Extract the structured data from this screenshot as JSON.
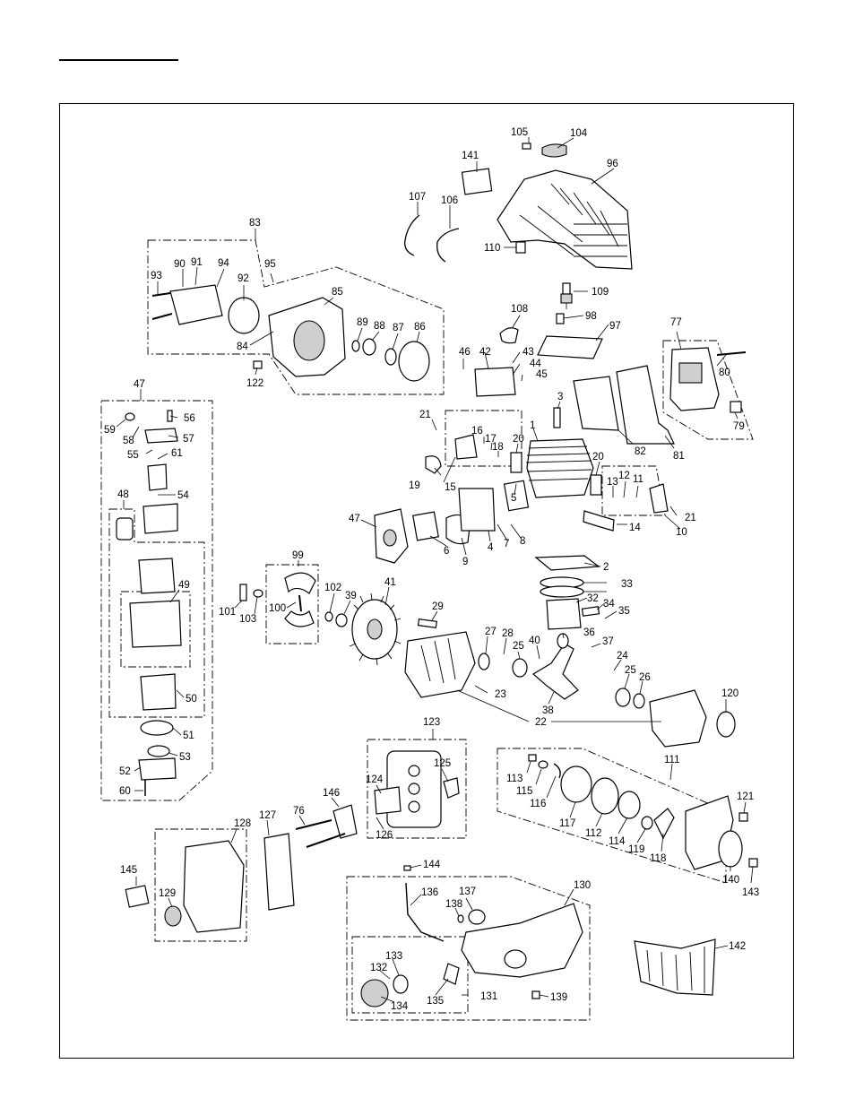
{
  "labels": {
    "p1": "1",
    "p2": "2",
    "p3": "3",
    "p4": "4",
    "p5": "5",
    "p6": "6",
    "p7": "7",
    "p8": "8",
    "p9": "9",
    "p10": "10",
    "p11": "11",
    "p12": "12",
    "p13": "13",
    "p14": "14",
    "p15": "15",
    "p16": "16",
    "p17": "17",
    "p18": "18",
    "p19": "19",
    "p20a": "20",
    "p20b": "20",
    "p21a": "21",
    "p21b": "21",
    "p22": "22",
    "p23": "23",
    "p24": "24",
    "p25a": "25",
    "p25b": "25",
    "p26": "26",
    "p27": "27",
    "p28": "28",
    "p29": "29",
    "p32": "32",
    "p33": "33",
    "p34": "34",
    "p35": "35",
    "p36": "36",
    "p37": "37",
    "p38": "38",
    "p39": "39",
    "p40": "40",
    "p41": "41",
    "p42": "42",
    "p43": "43",
    "p44": "44",
    "p45": "45",
    "p46": "46",
    "p47a": "47",
    "p47b": "47",
    "p48": "48",
    "p49": "49",
    "p50": "50",
    "p51": "51",
    "p52": "52",
    "p53": "53",
    "p54": "54",
    "p55": "55",
    "p56": "56",
    "p57": "57",
    "p58": "58",
    "p59": "59",
    "p60": "60",
    "p61": "61",
    "p76": "76",
    "p77": "77",
    "p79": "79",
    "p80": "80",
    "p81": "81",
    "p82": "82",
    "p83": "83",
    "p84": "84",
    "p85": "85",
    "p86": "86",
    "p87": "87",
    "p88": "88",
    "p89": "89",
    "p90": "90",
    "p91": "91",
    "p92": "92",
    "p93": "93",
    "p94": "94",
    "p95": "95",
    "p96": "96",
    "p97": "97",
    "p98": "98",
    "p99": "99",
    "p100": "100",
    "p101": "101",
    "p102": "102",
    "p103": "103",
    "p104": "104",
    "p105": "105",
    "p106": "106",
    "p107": "107",
    "p108": "108",
    "p109": "109",
    "p110": "110",
    "p111": "111",
    "p112": "112",
    "p113": "113",
    "p114": "114",
    "p115": "115",
    "p116": "116",
    "p117": "117",
    "p118": "118",
    "p119": "119",
    "p120": "120",
    "p121": "121",
    "p122": "122",
    "p123": "123",
    "p124": "124",
    "p125": "125",
    "p126": "126",
    "p127": "127",
    "p128": "128",
    "p129": "129",
    "p130": "130",
    "p131": "131",
    "p132": "132",
    "p133": "133",
    "p134": "134",
    "p135": "135",
    "p136": "136",
    "p137": "137",
    "p138": "138",
    "p139": "139",
    "p140": "140",
    "p141": "141",
    "p142": "142",
    "p143": "143",
    "p144": "144",
    "p145": "145",
    "p146": "146"
  },
  "colors": {
    "ink": "#000000",
    "paper": "#ffffff",
    "shade": "#cfcfcf"
  }
}
